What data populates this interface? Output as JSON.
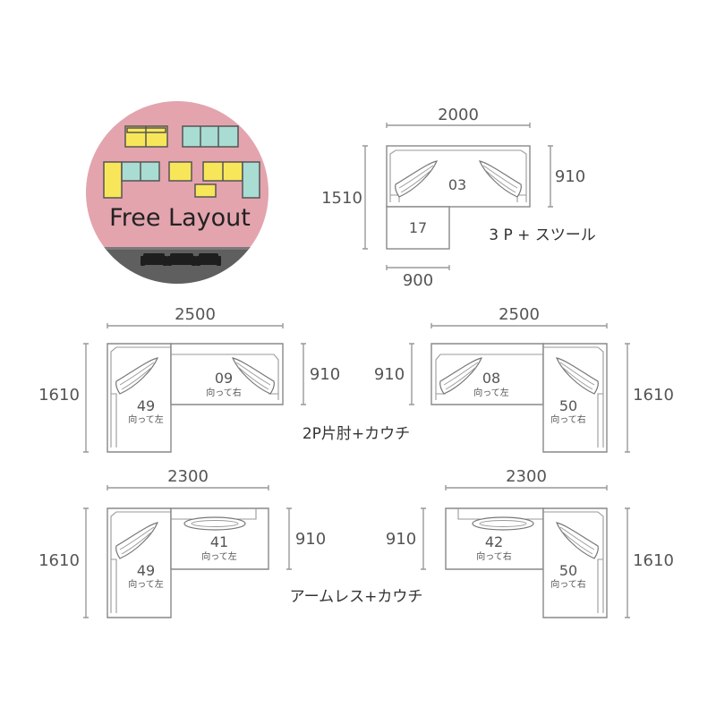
{
  "logo": {
    "text": "Free Layout",
    "colors": {
      "circle": "#e3a4ae",
      "yellow": "#f8e65a",
      "teal": "#a9dcd2",
      "ground": "#5f5f5f",
      "sofa": "#1e1e1e"
    }
  },
  "top": {
    "width_label": "2000",
    "height_label": "1510",
    "depth_label": "910",
    "bottom_label": "900",
    "main_number": "03",
    "stool_number": "17",
    "caption": "3 P + スツール"
  },
  "middle": {
    "caption": "2P片肘+カウチ",
    "left": {
      "width_label": "2500",
      "height_label": "1610",
      "depth_label": "910",
      "couch_number": "49",
      "couch_dir": "向って左",
      "seat_number": "09",
      "seat_dir": "向って右"
    },
    "right": {
      "width_label": "2500",
      "height_label": "1610",
      "depth_label": "910",
      "couch_number": "50",
      "couch_dir": "向って右",
      "seat_number": "08",
      "seat_dir": "向って左"
    }
  },
  "bottom": {
    "caption": "アームレス+カウチ",
    "left": {
      "width_label": "2300",
      "height_label": "1610",
      "depth_label": "910",
      "couch_number": "49",
      "couch_dir": "向って左",
      "seat_number": "41",
      "seat_dir": "向って左"
    },
    "right": {
      "width_label": "2300",
      "height_label": "1610",
      "depth_label": "910",
      "couch_number": "50",
      "couch_dir": "向って右",
      "seat_number": "42",
      "seat_dir": "向って右"
    }
  }
}
